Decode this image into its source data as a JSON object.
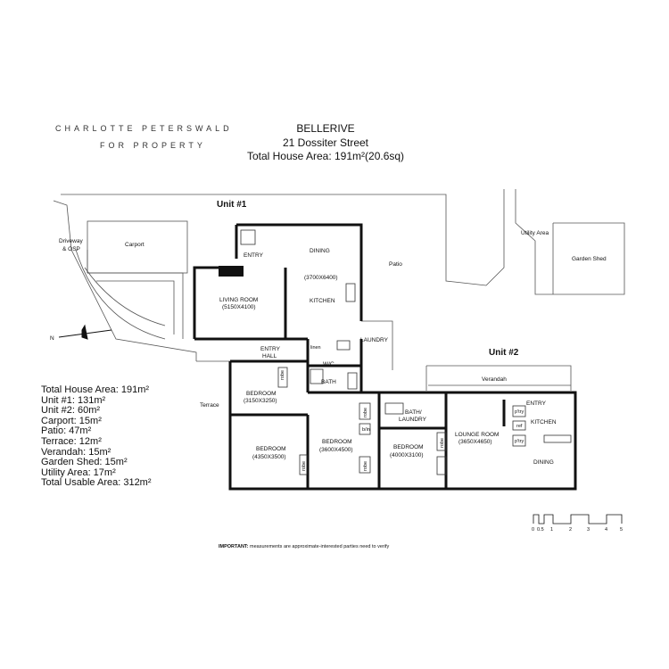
{
  "brand": {
    "line1": "CHARLOTTE PETERSWALD",
    "line2": "FOR PROPERTY"
  },
  "heading": {
    "suburb": "BELLERIVE",
    "address": "21 Dossiter Street",
    "total": "Total House Area: 191m²(20.6sq)"
  },
  "labels": {
    "unit1": "Unit #1",
    "unit2": "Unit #2",
    "driveway": [
      "Driveway",
      "& OSP"
    ],
    "carport": "Carport",
    "entry": "ENTRY",
    "dining": "DINING",
    "dining_dim": "(3700X6400)",
    "kitchen": "KITCHEN",
    "patio": "Patio",
    "living": "LIVING ROOM",
    "living_dim": "(5150X4100)",
    "entry_hall": [
      "ENTRY",
      "HALL"
    ],
    "linen": "linen",
    "laundry": "LAUNDRY",
    "wc": "W/C",
    "bath": "BATH",
    "utility": "Utility Area",
    "garden_shed": "Garden Shed",
    "verandah": "Verandah",
    "bedroom1": "BEDROOM",
    "bedroom1_dim": "(3150X3250)",
    "bedroom2": "BEDROOM",
    "bedroom2_dim": "(4350X3500)",
    "bedroom3": "BEDROOM",
    "bedroom3_dim": "(3600X4500)",
    "bedroom4": "BEDROOM",
    "bedroom4_dim": "(4000X3100)",
    "bath_laundry": [
      "BATH/",
      "LAUNDRY"
    ],
    "lounge": "LOUNGE ROOM",
    "lounge_dim": "(3650X4650)",
    "entry2": "ENTRY",
    "kitchen2": "KITCHEN",
    "dining2": "DINING",
    "terrace": "Terrace",
    "robe": "robe",
    "bin": "b/in",
    "ptry": "p'try",
    "ref": "ref",
    "north": "N"
  },
  "areas": [
    "Total House Area: 191m²",
    "Unit #1: 131m²",
    "Unit #2: 60m²",
    "Carport: 15m²",
    "Patio: 47m²",
    "Terrace: 12m²",
    "Verandah: 15m²",
    "Garden Shed: 15m²",
    "Utility Area: 17m²",
    "Total Usable Area: 312m²"
  ],
  "scale": [
    "0",
    "0.5",
    "1",
    "2",
    "3",
    "4",
    "5"
  ],
  "note_bold": "IMPORTANT:",
  "note_rest": " measurements are approximate-interested parties need to verify",
  "colors": {
    "wall": "#111111",
    "line": "#555555"
  }
}
